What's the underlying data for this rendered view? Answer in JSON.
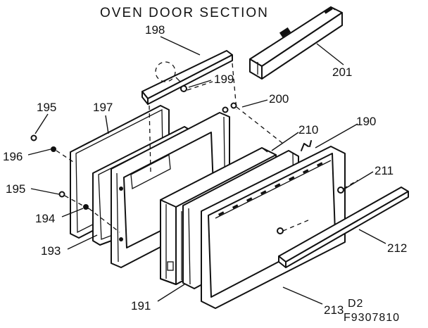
{
  "diagram": {
    "title": "OVEN DOOR SECTION",
    "code_line1": "D2",
    "code_line2": "F9307810",
    "parts": {
      "p198": "198",
      "p199": "199",
      "p200": "200",
      "p201": "201",
      "p195a": "195",
      "p197": "197",
      "p196": "196",
      "p195b": "195",
      "p194": "194",
      "p193": "193",
      "p210": "210",
      "p190": "190",
      "p211": "211",
      "p212": "212",
      "p191": "191",
      "p213": "213"
    }
  }
}
